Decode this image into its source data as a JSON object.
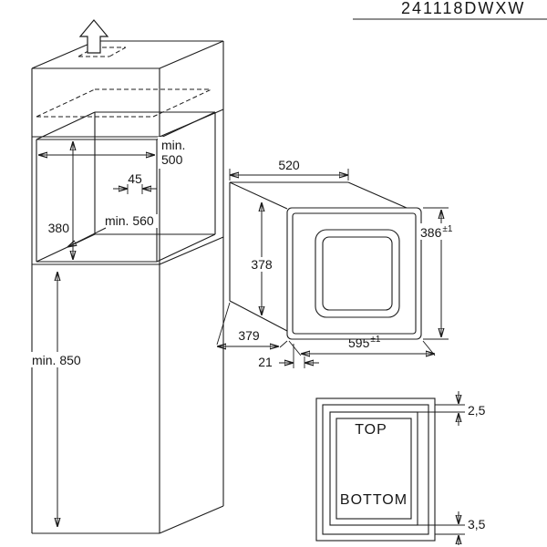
{
  "header": {
    "code": "241118DWXW"
  },
  "cabinet": {
    "niche_width_min": "min.",
    "niche_width_value": "500",
    "side_gap": "45",
    "niche_height": "380",
    "niche_depth": "min. 560",
    "base_height": "min. 850"
  },
  "oven": {
    "top_width": "520",
    "body_height": "378",
    "front_height": "386",
    "front_height_tol": "±1",
    "depth": "379",
    "overhang": "21",
    "front_width": "595",
    "front_width_tol": "±1"
  },
  "section": {
    "top_label": "TOP",
    "bottom_label": "BOTTOM",
    "top_gap": "2,5",
    "bottom_gap": "3,5"
  }
}
